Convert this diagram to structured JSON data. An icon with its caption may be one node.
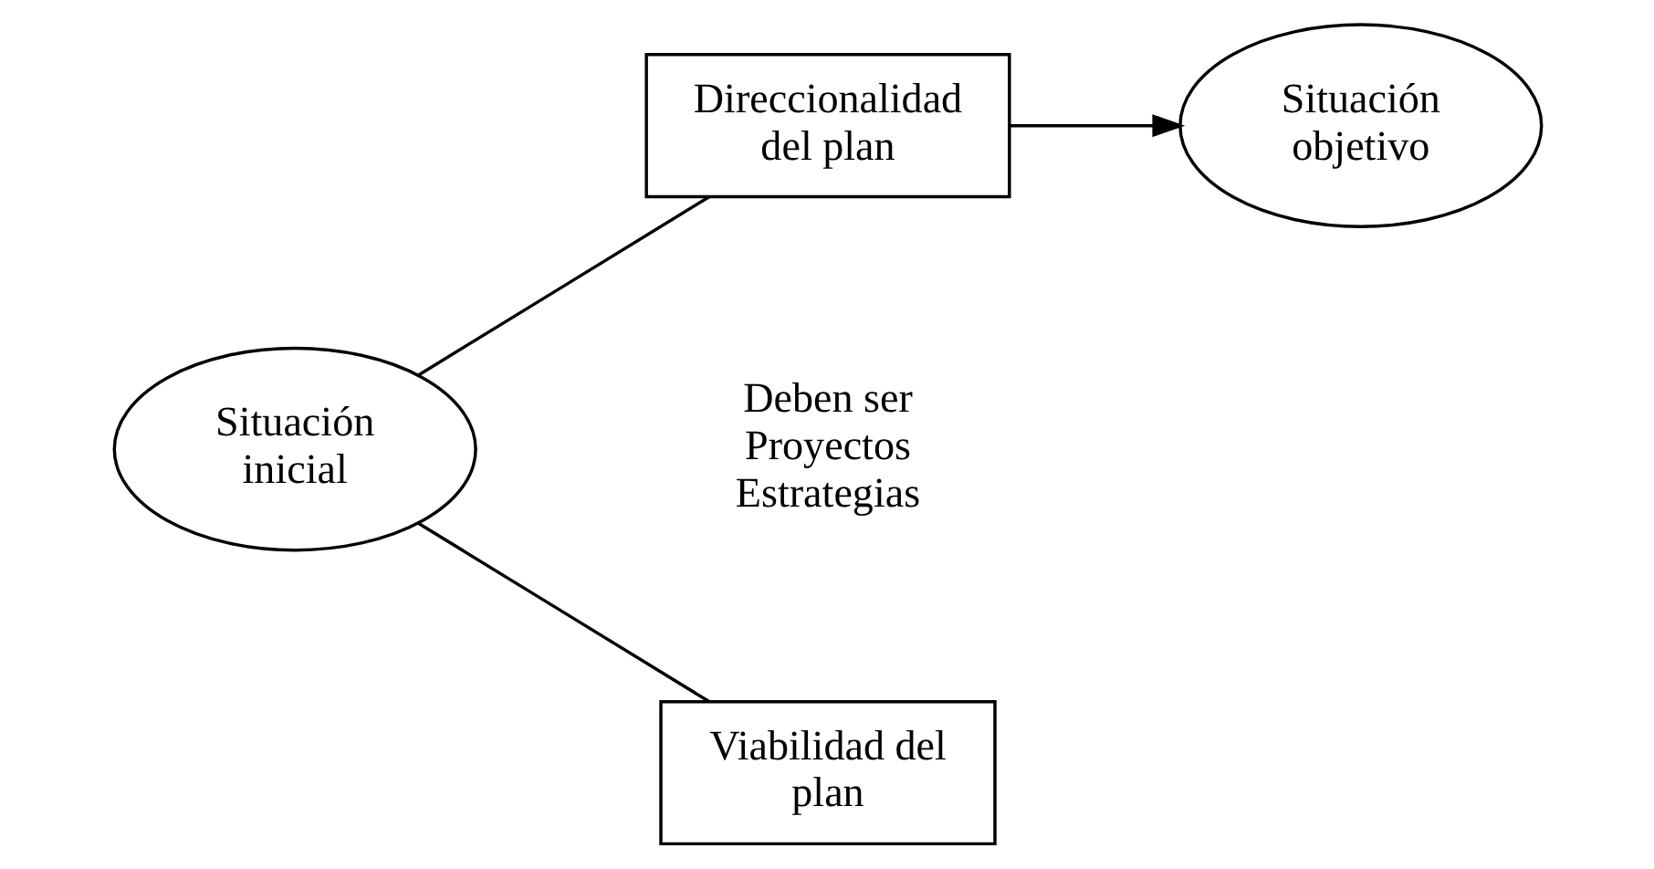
{
  "diagram": {
    "nodes": [
      {
        "text": [
          "Situación inicial"
        ]
      },
      {
        "text": [
          "Direccionalidad del plan"
        ]
      },
      {
        "text": [
          "Situación objetivo"
        ]
      },
      {
        "text": [
          "Viabilidad del plan"
        ]
      }
    ],
    "edges": [
      {
        "from": 0,
        "to": 1,
        "arrow": "none"
      },
      {
        "from": 1,
        "to": 2,
        "arrow": "to"
      },
      {
        "from": 0,
        "to": 3,
        "arrow": "none"
      }
    ],
    "labels": [
      "Deben ser Proyectos Estrategias"
    ]
  }
}
